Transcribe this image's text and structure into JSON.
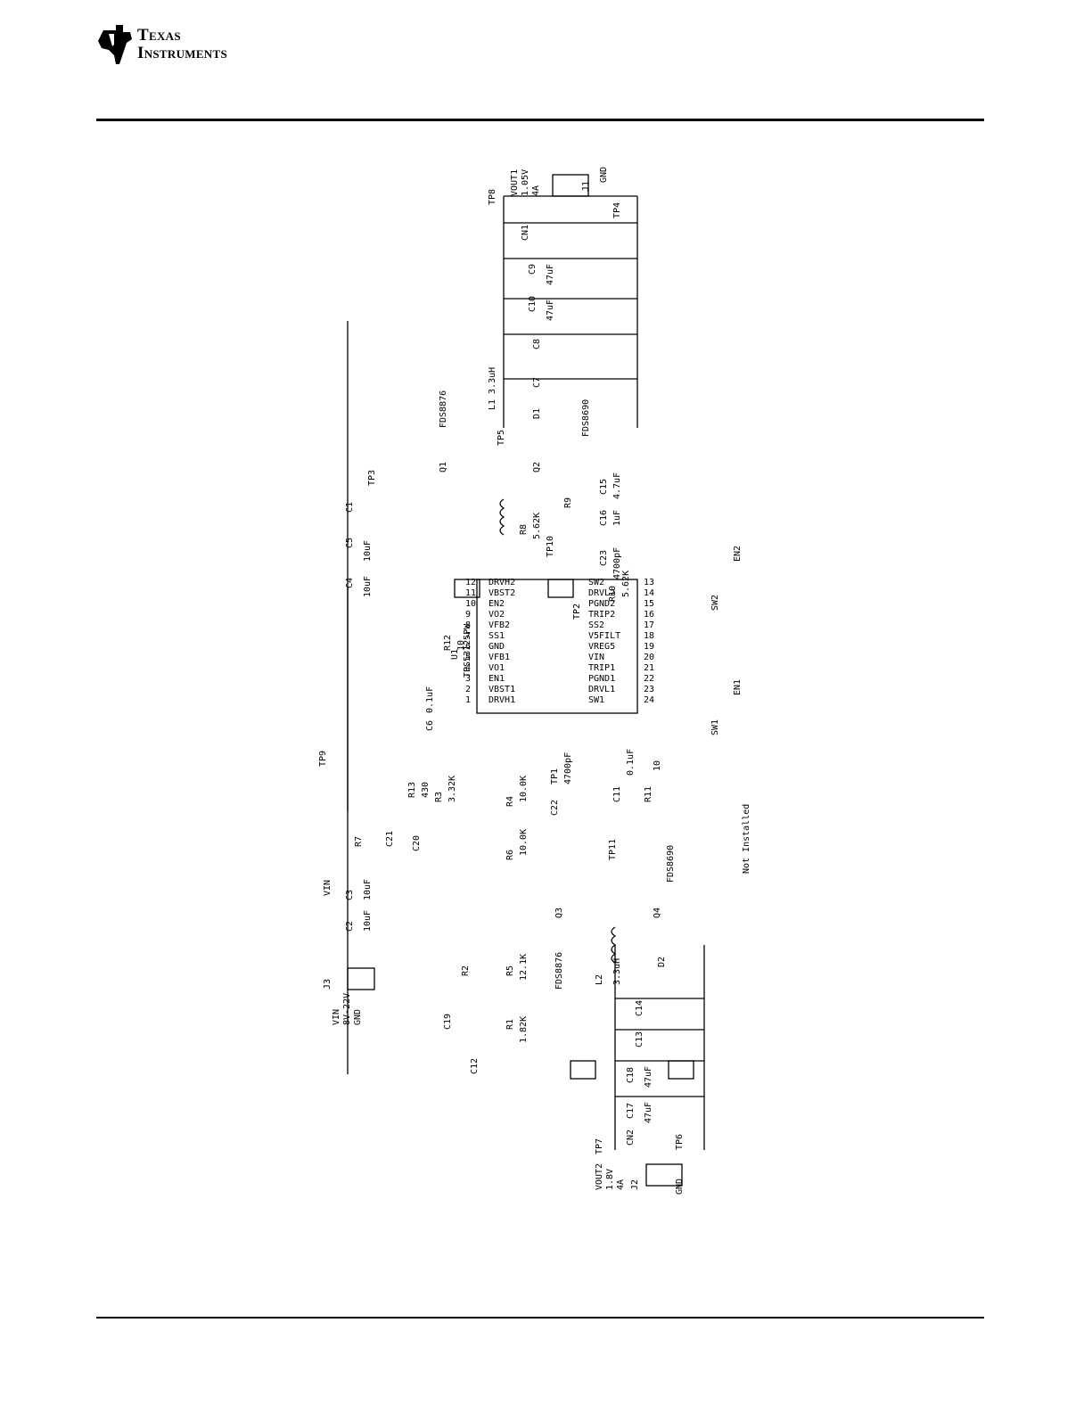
{
  "header": {
    "logo_line1": "Texas",
    "logo_line2": "Instruments"
  },
  "schematic": {
    "ic": {
      "ref": "U1",
      "part": "TPS53125PW",
      "pins_left": [
        {
          "n": "1",
          "name": "DRVH1"
        },
        {
          "n": "2",
          "name": "VBST1"
        },
        {
          "n": "3",
          "name": "EN1"
        },
        {
          "n": "4",
          "name": "VO1"
        },
        {
          "n": "5",
          "name": "VFB1"
        },
        {
          "n": "6",
          "name": "GND"
        },
        {
          "n": "7",
          "name": "SS1"
        },
        {
          "n": "8",
          "name": "VFB2"
        },
        {
          "n": "9",
          "name": "VO2"
        },
        {
          "n": "10",
          "name": "EN2"
        },
        {
          "n": "11",
          "name": "VBST2"
        },
        {
          "n": "12",
          "name": "DRVH2"
        }
      ],
      "pins_right": [
        {
          "n": "24",
          "name": "SW1"
        },
        {
          "n": "23",
          "name": "DRVL1"
        },
        {
          "n": "22",
          "name": "PGND1"
        },
        {
          "n": "21",
          "name": "TRIP1"
        },
        {
          "n": "20",
          "name": "VIN"
        },
        {
          "n": "19",
          "name": "VREG5"
        },
        {
          "n": "18",
          "name": "V5FILT"
        },
        {
          "n": "17",
          "name": "SS2"
        },
        {
          "n": "16",
          "name": "TRIP2"
        },
        {
          "n": "15",
          "name": "PGND2"
        },
        {
          "n": "14",
          "name": "DRVL2"
        },
        {
          "n": "13",
          "name": "SW2"
        }
      ]
    },
    "labels": {
      "vout1_name": "VOUT1",
      "vout1_v": "1.05V",
      "vout1_i": "4A",
      "j1": "J1",
      "j1_gnd": "GND",
      "tp8": "TP8",
      "tp4": "TP4",
      "cn1": "CN1",
      "c9": "C9",
      "c9_val": "47uF",
      "c10": "C10",
      "c10_val": "47uF",
      "c8": "C8",
      "c7": "C7",
      "l1": "L1 3.3uH",
      "tp5": "TP5",
      "d1": "D1",
      "fds8690_top": "FDS8690",
      "fds8876_top": "FDS8876",
      "q1": "Q1",
      "q2": "Q2",
      "c15": "C15",
      "c15_val": "4.7uF",
      "c16": "C16",
      "c16_val": "1uF",
      "r9": "R9",
      "r8": "R8",
      "r8_val": "5.62K",
      "tp10": "TP10",
      "c23": "C23",
      "c23_val": "4700pF",
      "r10": "R10",
      "r10_val": "5.62K",
      "tp2": "TP2",
      "tp3": "TP3",
      "c1": "C1",
      "c5": "C5",
      "c5_val": "10uF",
      "c4": "C4",
      "c4_val": "10uF",
      "r12": "R12",
      "r12_val": "10",
      "c6": "C6",
      "c6_val": "0.1uF",
      "tp9": "TP9",
      "r13": "R13",
      "r13_val": "430",
      "r3": "R3",
      "r3_val": "3.32K",
      "r7": "R7",
      "c21": "C21",
      "c20": "C20",
      "tp1": "TP1",
      "c22": "C22",
      "c22_val": "4700pF",
      "r4": "R4",
      "r4_val": "10.0K",
      "r6": "R6",
      "r6_val": "10.0K",
      "c11": "C11",
      "c11_val": "0.1uF",
      "r11": "R11",
      "r11_val": "10",
      "tp11": "TP11",
      "c3": "C3",
      "c3_val": "10uF",
      "c2": "C2",
      "c2_val": "10uF",
      "vin_flag": "VIN",
      "j3": "J3",
      "vin_name": "VIN",
      "vin_range": "8V-22V",
      "vin_gnd": "GND",
      "q3": "Q3",
      "q4": "Q4",
      "fds8690_bot": "FDS8690",
      "fds8876_bot": "FDS8876",
      "l2": "L2",
      "l2_val": "3.3uH",
      "d2": "D2",
      "r2": "R2",
      "r5": "R5",
      "r5_val": "12.1K",
      "r1": "R1",
      "r1_val": "1.82K",
      "c19": "C19",
      "c12": "C12",
      "c14": "C14",
      "c13": "C13",
      "c18": "C18",
      "c18_val": "47uF",
      "c17": "C17",
      "c17_val": "47uF",
      "cn2": "CN2",
      "tp7": "TP7",
      "tp6": "TP6",
      "vout2_name": "VOUT2",
      "vout2_v": "1.8V",
      "vout2_i": "4A",
      "j2": "J2",
      "j2_gnd": "GND",
      "sw1": "SW1",
      "sw2": "SW2",
      "en1": "EN1",
      "en2": "EN2",
      "gnd_flag": "GND",
      "not_installed": "Not Installed"
    }
  }
}
